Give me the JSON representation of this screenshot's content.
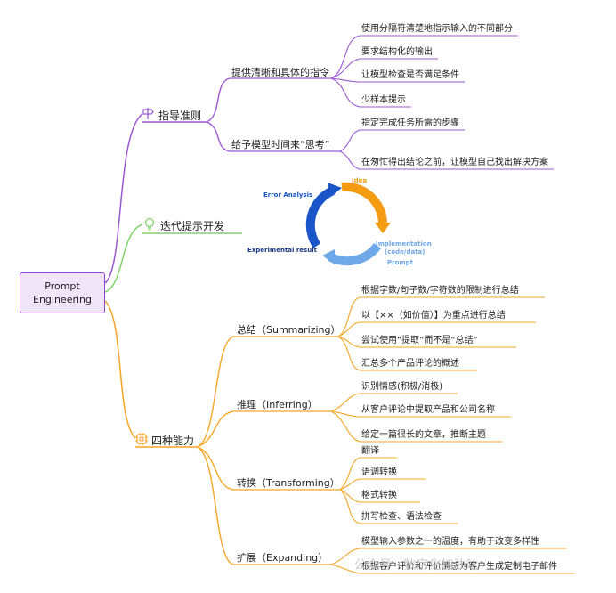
{
  "root": {
    "line1": "Prompt",
    "line2": "Engineering"
  },
  "branches": {
    "guidelines": {
      "label": "指导准则",
      "icon": "signpost-icon",
      "color": "#9b59d0",
      "subs": [
        {
          "label": "提供清晰和具体的指令",
          "leaves": [
            "使用分隔符清楚地指示输入的不同部分",
            "要求结构化的输出",
            "让模型检查是否满足条件",
            "少样本提示"
          ]
        },
        {
          "label": "给予模型时间来“思考”",
          "leaves": [
            "指定完成任务所需的步骤",
            "在匆忙得出结论之前，让模型自己找出解决方案"
          ]
        }
      ]
    },
    "iterative": {
      "label": "迭代提示开发",
      "icon": "lightbulb-icon",
      "color": "#7ed36b",
      "cycle": {
        "idea": "Idea",
        "implementation": "Implementation",
        "impl_sub": "(code/data)",
        "prompt": "Prompt",
        "experimental": "Experimental result",
        "error": "Error Analysis",
        "colors": {
          "orange": "#f39c12",
          "blue_light": "#6fa8e8",
          "blue_dark": "#1a56c8",
          "text_dark": "#1a3a8a"
        }
      }
    },
    "abilities": {
      "label": "四种能力",
      "icon": "chip-icon",
      "color": "#f5a623",
      "subs": [
        {
          "label": "总结（Summarizing）",
          "leaves": [
            "根据字数/句子数/字符数的限制进行总结",
            "以【××（如价值）】为重点进行总结",
            "尝试使用“提取”而不是“总结”",
            "汇总多个产品评论的概述"
          ]
        },
        {
          "label": "推理（Inferring）",
          "leaves": [
            "识别情感(积极/消极)",
            "从客户评论中提取产品和公司名称",
            "给定一篇很长的文章，推断主题"
          ]
        },
        {
          "label": "转换（Transforming）",
          "leaves": [
            "翻译",
            "语调转换",
            "格式转换",
            "拼写检查、语法检查"
          ]
        },
        {
          "label": "扩展（Expanding）",
          "leaves": [
            "模型输入参数之一的温度，有助于改变多样性",
            "根据客户评价和评价情感为客户生成定制电子邮件"
          ]
        }
      ]
    }
  },
  "watermark": "公众号 · 数字化加油站"
}
